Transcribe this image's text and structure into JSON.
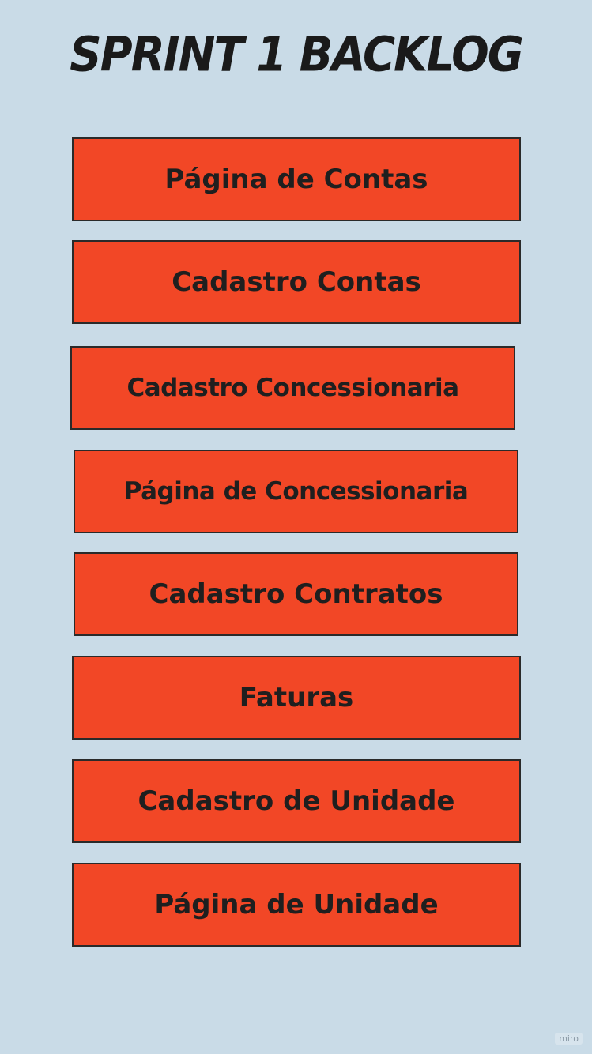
{
  "board": {
    "title": "SPRINT 1 BACKLOG"
  },
  "cards": [
    {
      "label": "Página de Contas"
    },
    {
      "label": "Cadastro Contas"
    },
    {
      "label": "Cadastro Concessionaria"
    },
    {
      "label": "Página de Concessionaria"
    },
    {
      "label": "Cadastro Contratos"
    },
    {
      "label": "Faturas"
    },
    {
      "label": "Cadastro de Unidade"
    },
    {
      "label": "Página de Unidade"
    }
  ],
  "watermark": "miro",
  "colors": {
    "background": "#c9dbe7",
    "card_fill": "#f24726",
    "card_border": "#2a2a2a",
    "text": "#1f1f1f"
  }
}
